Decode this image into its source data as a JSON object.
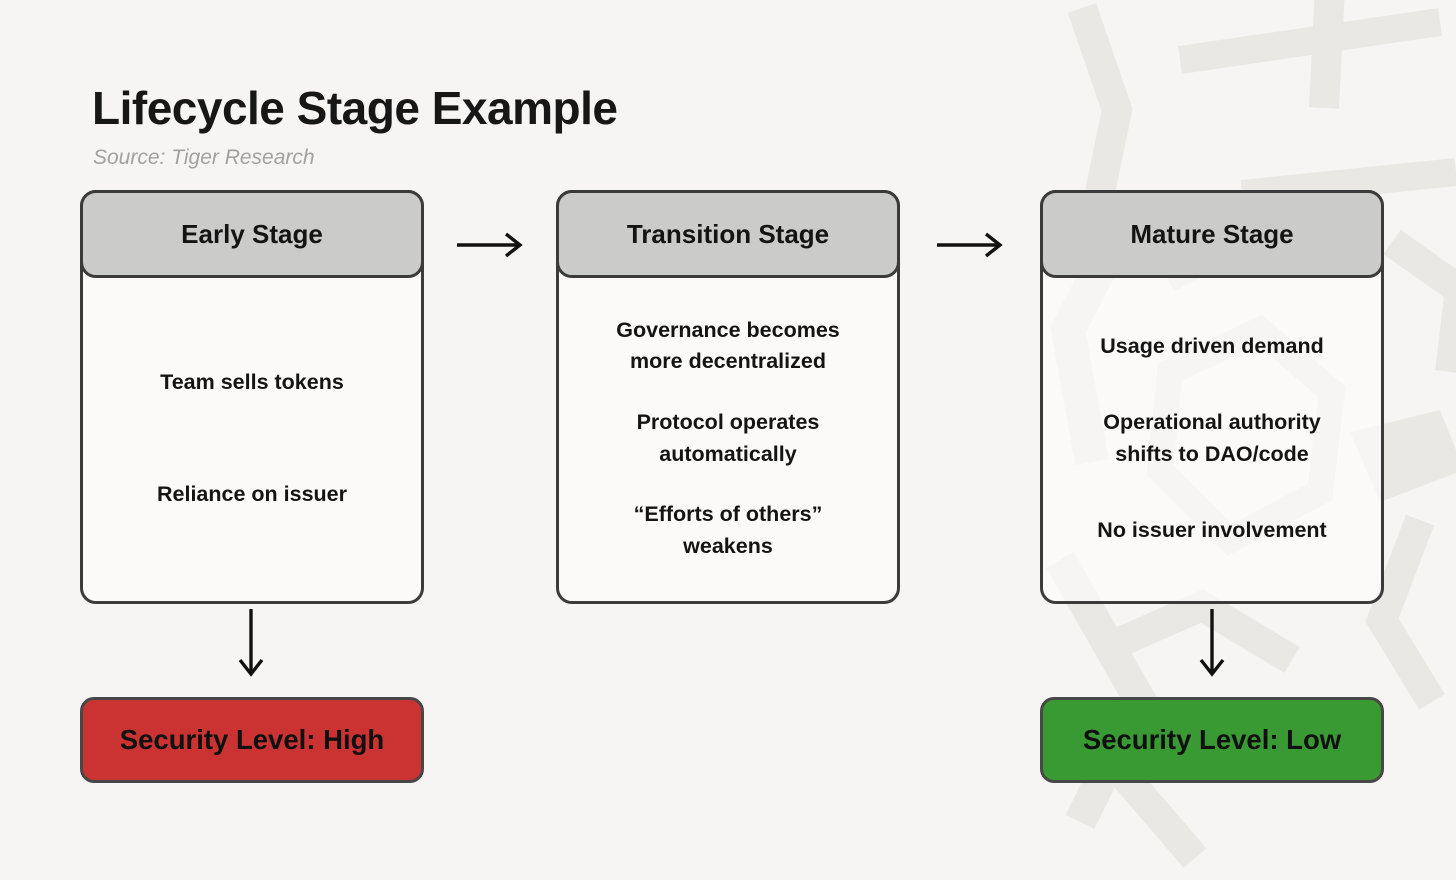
{
  "header": {
    "title": "Lifecycle Stage Example",
    "source": "Source: Tiger Research"
  },
  "stages": [
    {
      "title": "Early Stage",
      "items": [
        "Team sells tokens",
        "Reliance on issuer"
      ]
    },
    {
      "title": "Transition Stage",
      "items": [
        "Governance becomes more decentralized",
        "Protocol operates automatically",
        "“Efforts of others” weakens"
      ]
    },
    {
      "title": "Mature Stage",
      "items": [
        "Usage driven demand",
        "Operational authority shifts to DAO/code",
        "No issuer involvement"
      ]
    }
  ],
  "badges": [
    {
      "label": "Security Level: High",
      "color": "#cb3333",
      "position": "below-early-stage"
    },
    {
      "label": "Security Level: Low",
      "color": "#399a34",
      "position": "below-mature-stage"
    }
  ],
  "icons": {
    "watermark": "tiger-research-logo-watermark",
    "flow_arrows": "arrow-right-icon",
    "drop_arrows": "arrow-down-icon"
  },
  "colors": {
    "background": "#f6f5f3",
    "box_border": "#3b3b3b",
    "header_fill": "#cbcbca",
    "body_fill": "#fdfdfc",
    "security_high": "#cb3333",
    "security_low": "#399a34",
    "arrow": "#111111",
    "title_text": "#171717",
    "source_text": "#a3a19e",
    "watermark": "#e9e8e5"
  }
}
